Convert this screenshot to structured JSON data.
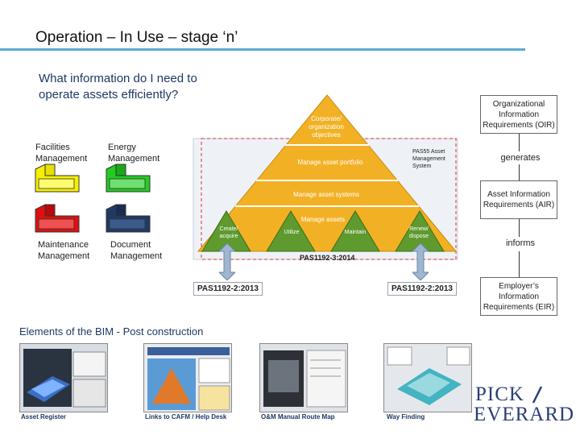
{
  "slide": {
    "title": "Operation – In Use – stage ‘n’",
    "question": "What information do I need to operate assets efficiently?"
  },
  "tiles": [
    {
      "label": "Facilities Management",
      "color": "#f5f000"
    },
    {
      "label": "Energy Management",
      "color": "#22cc22"
    },
    {
      "label": "Maintenance Management",
      "color": "#e01010"
    },
    {
      "label": "Document Management",
      "color": "#1f3a66"
    }
  ],
  "pyramid": {
    "top": "Corporate/ organization objectives",
    "level2": "Manage asset portfolio",
    "level3": "Manage asset systems",
    "level4": "Manage assets",
    "phases": [
      "Create/ acquire",
      "Utilize",
      "Maintain",
      "Renew/ dispose"
    ],
    "pas55": "PAS55 Asset Management System",
    "pas1192_3": "PAS1192-3:2014",
    "pas1192_2_left": "PAS1192-2:2013",
    "pas1192_2_right": "PAS1192-2:2013"
  },
  "requirements": {
    "oir": "Organizational Information Requirements (OIR)",
    "generates": "generates",
    "air": "Asset Information Requirements (AIR)",
    "informs": "informs",
    "eir": "Employer’s Information Requirements (EIR)"
  },
  "bim": {
    "heading": "Elements of the BIM - Post construction",
    "thumbs": [
      {
        "caption": "Asset Register"
      },
      {
        "caption": "Links to CAFM / Help Desk"
      },
      {
        "caption": "O&M Manual Route Map"
      },
      {
        "caption": "Way Finding"
      }
    ]
  },
  "logo": {
    "line1": "PICK",
    "line2": "EVERARD",
    "color": "#2b3f75"
  }
}
